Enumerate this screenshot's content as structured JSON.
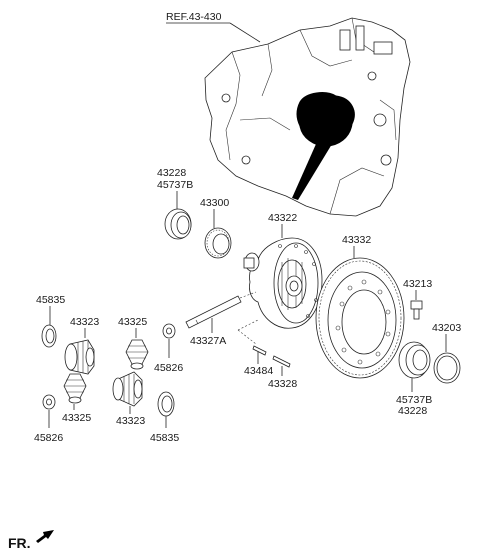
{
  "labels": {
    "ref": "REF.43-430",
    "p43228_top": "43228",
    "p45737b_top": "45737B",
    "p43300": "43300",
    "p43322": "43322",
    "p43332": "43332",
    "p43213": "43213",
    "p43203": "43203",
    "p45737b_bot": "45737B",
    "p43228_bot": "43228",
    "p43327a": "43327A",
    "p43484": "43484",
    "p43328": "43328",
    "p45835_left": "45835",
    "p43323_left": "43323",
    "p43325_left": "43325",
    "p45826_left": "45826",
    "p43325_mid": "43325",
    "p45826_mid": "45826",
    "p43323_mid": "43323",
    "p45835_mid": "45835",
    "fr": "FR."
  }
}
